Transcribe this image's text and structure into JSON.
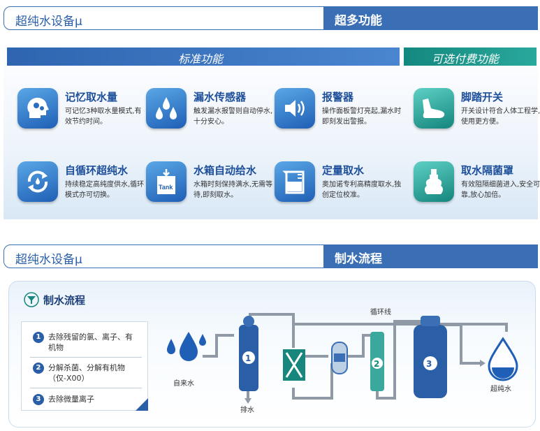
{
  "header1": {
    "left": "超纯水设备μ",
    "right": "超多功能"
  },
  "bands": {
    "standard": "标准功能",
    "optional": "可选付费功能"
  },
  "features": [
    {
      "title": "记忆取水量",
      "desc": "可记忆3种取水量模式,有效节约时间。"
    },
    {
      "title": "漏水传感器",
      "desc": "触发漏水报警则自动停水,十分安心。"
    },
    {
      "title": "报警器",
      "desc": "操作面板警灯亮起,漏水时即刻发出警报。"
    },
    {
      "title": "脚踏开关",
      "desc": "开关设计符合人体工程学,使用更方便。"
    },
    {
      "title": "自循环超纯水",
      "desc": "持续稳定高纯度供水,循环模式亦可切换。"
    },
    {
      "title": "水箱自动给水",
      "desc": "水箱时刻保持满水,无需等待,即刻取水。"
    },
    {
      "title": "定量取水",
      "desc": "奥加诺专利高精度取水,独创定位校准。"
    },
    {
      "title": "取水隔菌罩",
      "desc": "有效阻隔细菌进入,安全可靠,放心加倍。"
    }
  ],
  "tank_label": "Tank",
  "header2": {
    "left": "超纯水设备μ",
    "right": "制水流程"
  },
  "flow": {
    "title": "制水流程",
    "steps": [
      {
        "num": "1",
        "text": "去除残留的氯、离子、有机物"
      },
      {
        "num": "2",
        "text": "分解杀菌、分解有机物（仅-X00）"
      },
      {
        "num": "3",
        "text": "去除微量离子"
      }
    ],
    "labels": {
      "tap": "自来水",
      "drain": "排水",
      "loop": "循环线",
      "ultra": "超纯水"
    },
    "tank_nums": [
      "1",
      "2",
      "3"
    ]
  },
  "colors": {
    "blue": "#3b6fb5",
    "teal": "#17877d",
    "dark_blue": "#1d4f9a"
  }
}
